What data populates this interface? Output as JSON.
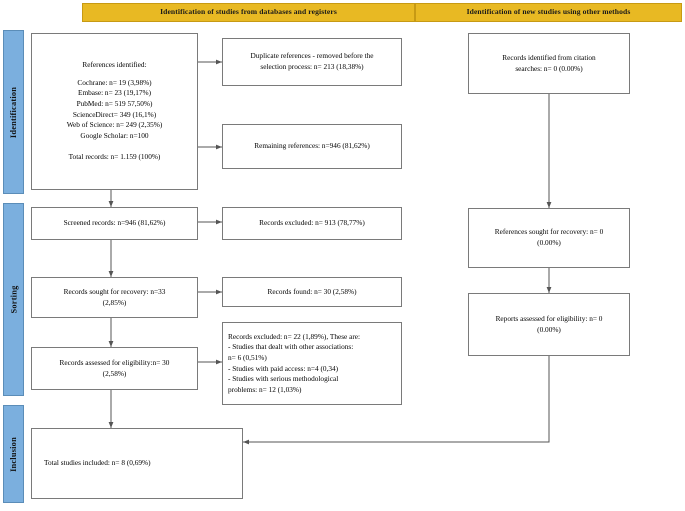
{
  "figure": {
    "type": "prisma-flow-diagram",
    "colors": {
      "banner_fill": "#E8B923",
      "phase_fill": "#7BAFDE",
      "box_border": "#7A7A7A",
      "connector": "#555555",
      "background": "#FFFFFF"
    }
  },
  "banners": {
    "databases": "Identification of studies from databases and registers",
    "other_methods": "Identification of new studies using other methods"
  },
  "phases": [
    {
      "label": "Identification"
    },
    {
      "label": "Sorting"
    },
    {
      "label": "Inclusion"
    }
  ],
  "boxes": {
    "references_identified": {
      "title": "References identified:",
      "sources": [
        "Cochrane: n= 19 (3,98%)",
        "Embase: n= 23 (19,17%)",
        "PubMed: n= 519 57,50%)",
        "ScienceDirect= 349 (16,1%)",
        "Web of  Science: n= 249 (2,35%)",
        "Google Scholar: n=100"
      ],
      "total": "Total records: n= 1.159  (100%)"
    },
    "duplicates_removed": {
      "line1": "Duplicate references - removed before the",
      "line2": "selection process: n= 213 (18,38%)"
    },
    "remaining_references": {
      "line1": "Remaining references: n=946 (81,62%)"
    },
    "screened_records": {
      "line1": "Screened records: n=946 (81,62%)"
    },
    "records_excluded_screening": {
      "line1": "Records excluded: n= 913 (78,77%)"
    },
    "records_sought_recovery": {
      "line1": "Records sought for recovery: n=33",
      "line2": "(2,85%)"
    },
    "records_found": {
      "line1": "Records found: n= 30 (2,58%)"
    },
    "records_assessed_eligibility": {
      "line1": "Records assessed for eligibility:n= 30",
      "line2": "(2,58%)"
    },
    "records_excluded_eligibility": {
      "line1": "Records excluded: n= 22 (1,89%), These are:",
      "line2": " - Studies that dealt with other associations:",
      "line3": "n= 6  (0,51%)",
      "line4": "- Studies with paid access: n=4 (0,34)",
      "line5": "- Studies with serious methodological",
      "line6": "problems: n= 12 (1,03%)"
    },
    "total_studies_included": {
      "line1": "Total studies included: n= 8 (0,69%)"
    },
    "citation_searches": {
      "line1": "Records identified from citation",
      "line2": "searches: n= 0 (0.00%)"
    },
    "references_sought_recovery_other": {
      "line1": "References sought for recovery: n= 0",
      "line2": "(0.00%)"
    },
    "reports_assessed_eligibility_other": {
      "line1": "Reports assessed for eligibility: n= 0",
      "line2": "(0.00%)"
    }
  }
}
